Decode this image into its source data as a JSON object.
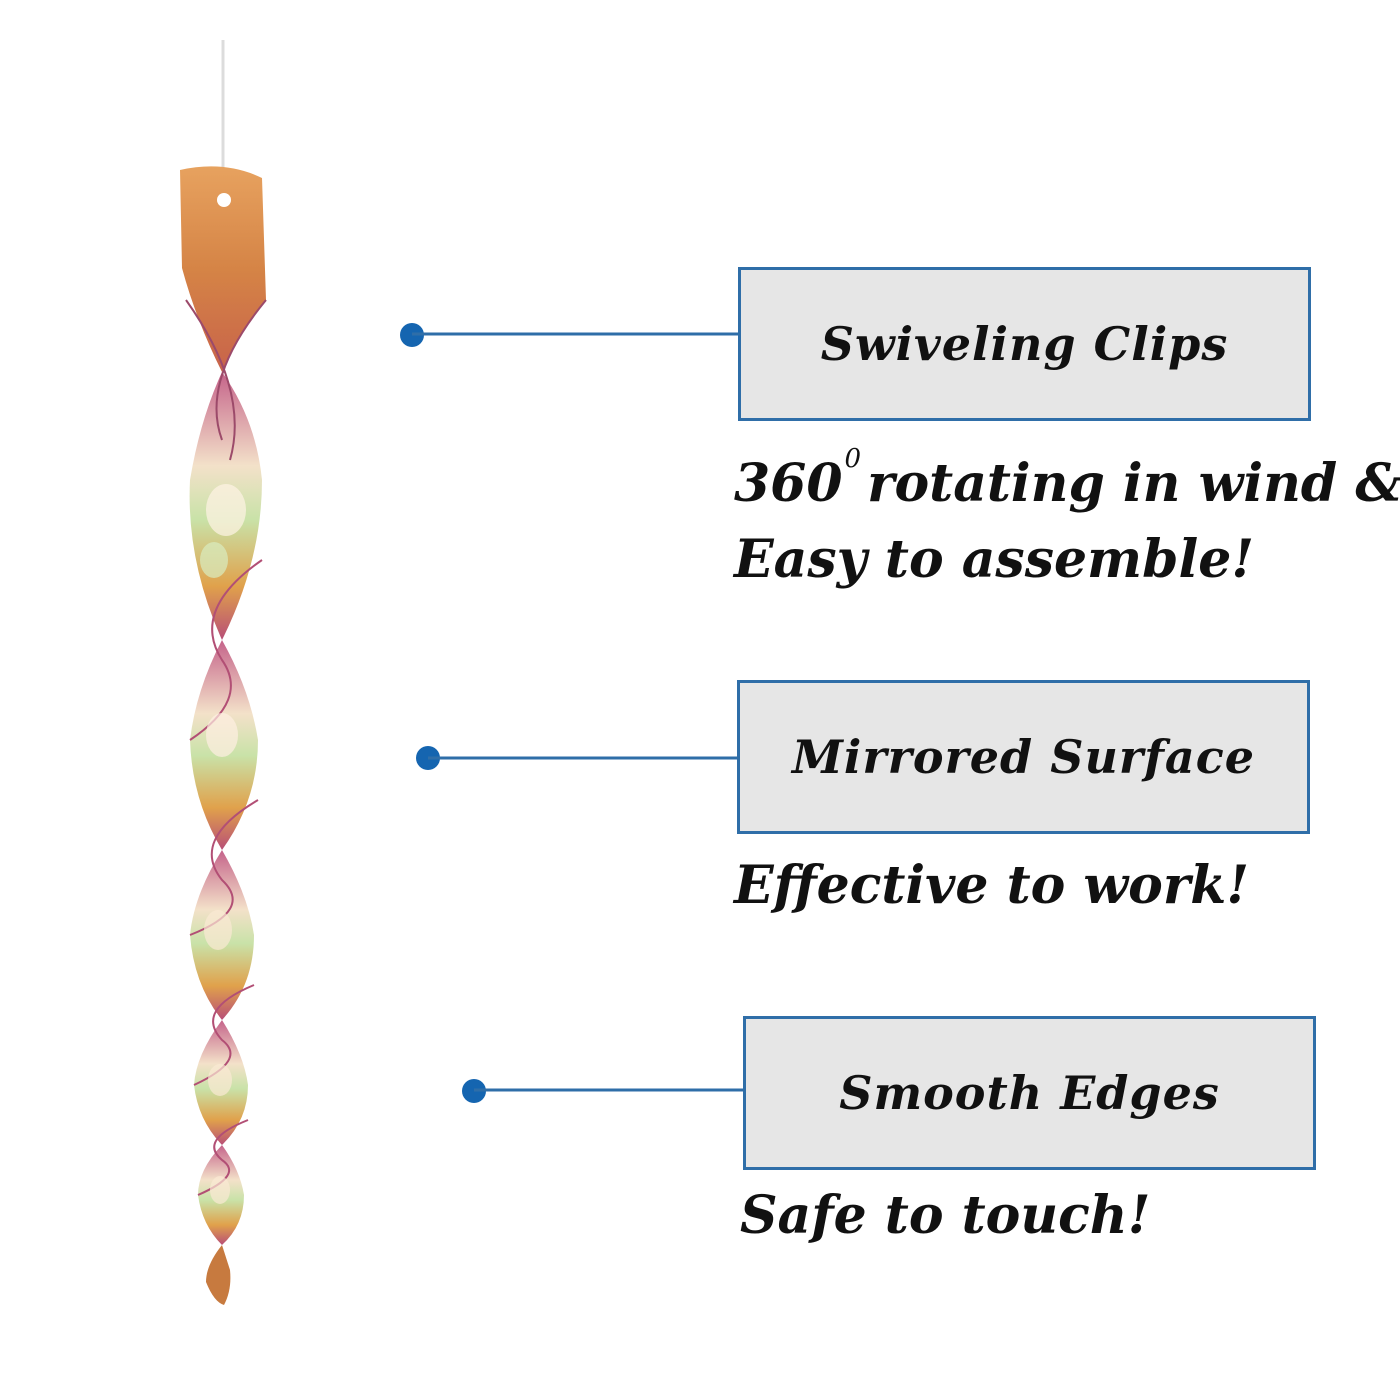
{
  "product": {
    "icon": "spiral-reflector-icon",
    "colors": {
      "gold": "#e0a14b",
      "magenta": "#c75a86",
      "green": "#c9e0a6",
      "string": "#dddddd"
    }
  },
  "callouts": [
    {
      "title": "Swiveling Clips",
      "desc_line1_prefix": "360",
      "desc_degree": "0",
      "desc_line1_suffix": "rotating in wind &",
      "desc_line2": "Easy to assemble!"
    },
    {
      "title": "Mirrored Surface",
      "desc_line1": "Effective to work!"
    },
    {
      "title": "Smooth Edges",
      "desc_line1": "Safe to touch!"
    }
  ],
  "colors": {
    "accent_blue": "#2f6ea8",
    "dot_blue": "#1565b0",
    "box_fill": "#e6e6e6",
    "text": "#111111",
    "background": "#ffffff"
  }
}
